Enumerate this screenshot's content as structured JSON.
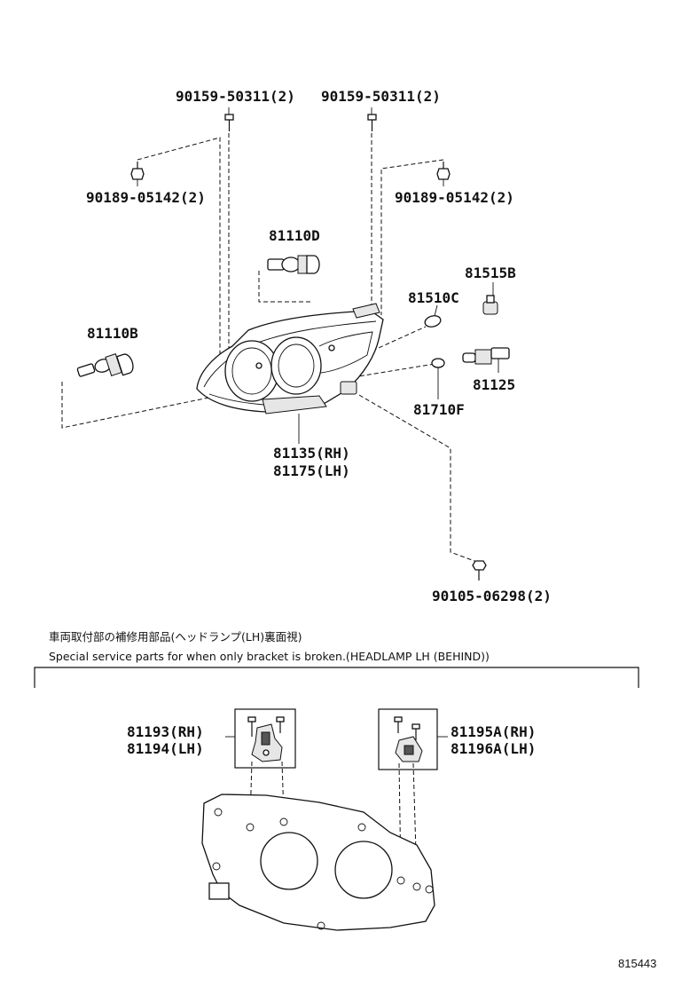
{
  "labels": {
    "screw_top_left": "90159-50311(2)",
    "screw_top_right": "90159-50311(2)",
    "bolt_left": "90189-05142(2)",
    "bolt_right": "90189-05142(2)",
    "bulb_high": "81110D",
    "bulb_low": "81110B",
    "socket_81515b": "81515B",
    "lens_81510c": "81510C",
    "socket_81125": "81125",
    "lens_81710f": "81710F",
    "headlamp_rh": "81135(RH)",
    "headlamp_lh": "81175(LH)",
    "screw_bottom": "90105-06298(2)",
    "bracket_a_rh": "81193(RH)",
    "bracket_a_lh": "81194(LH)",
    "bracket_b_rh": "81195A(RH)",
    "bracket_b_lh": "81196A(LH)"
  },
  "notes": {
    "japanese": "車両取付部の補修用部品(ヘッドランプ(LH)裏面視)",
    "english": "Special service parts for when only bracket is broken.(HEADLAMP LH (BEHIND))"
  },
  "figure_number": "815443"
}
